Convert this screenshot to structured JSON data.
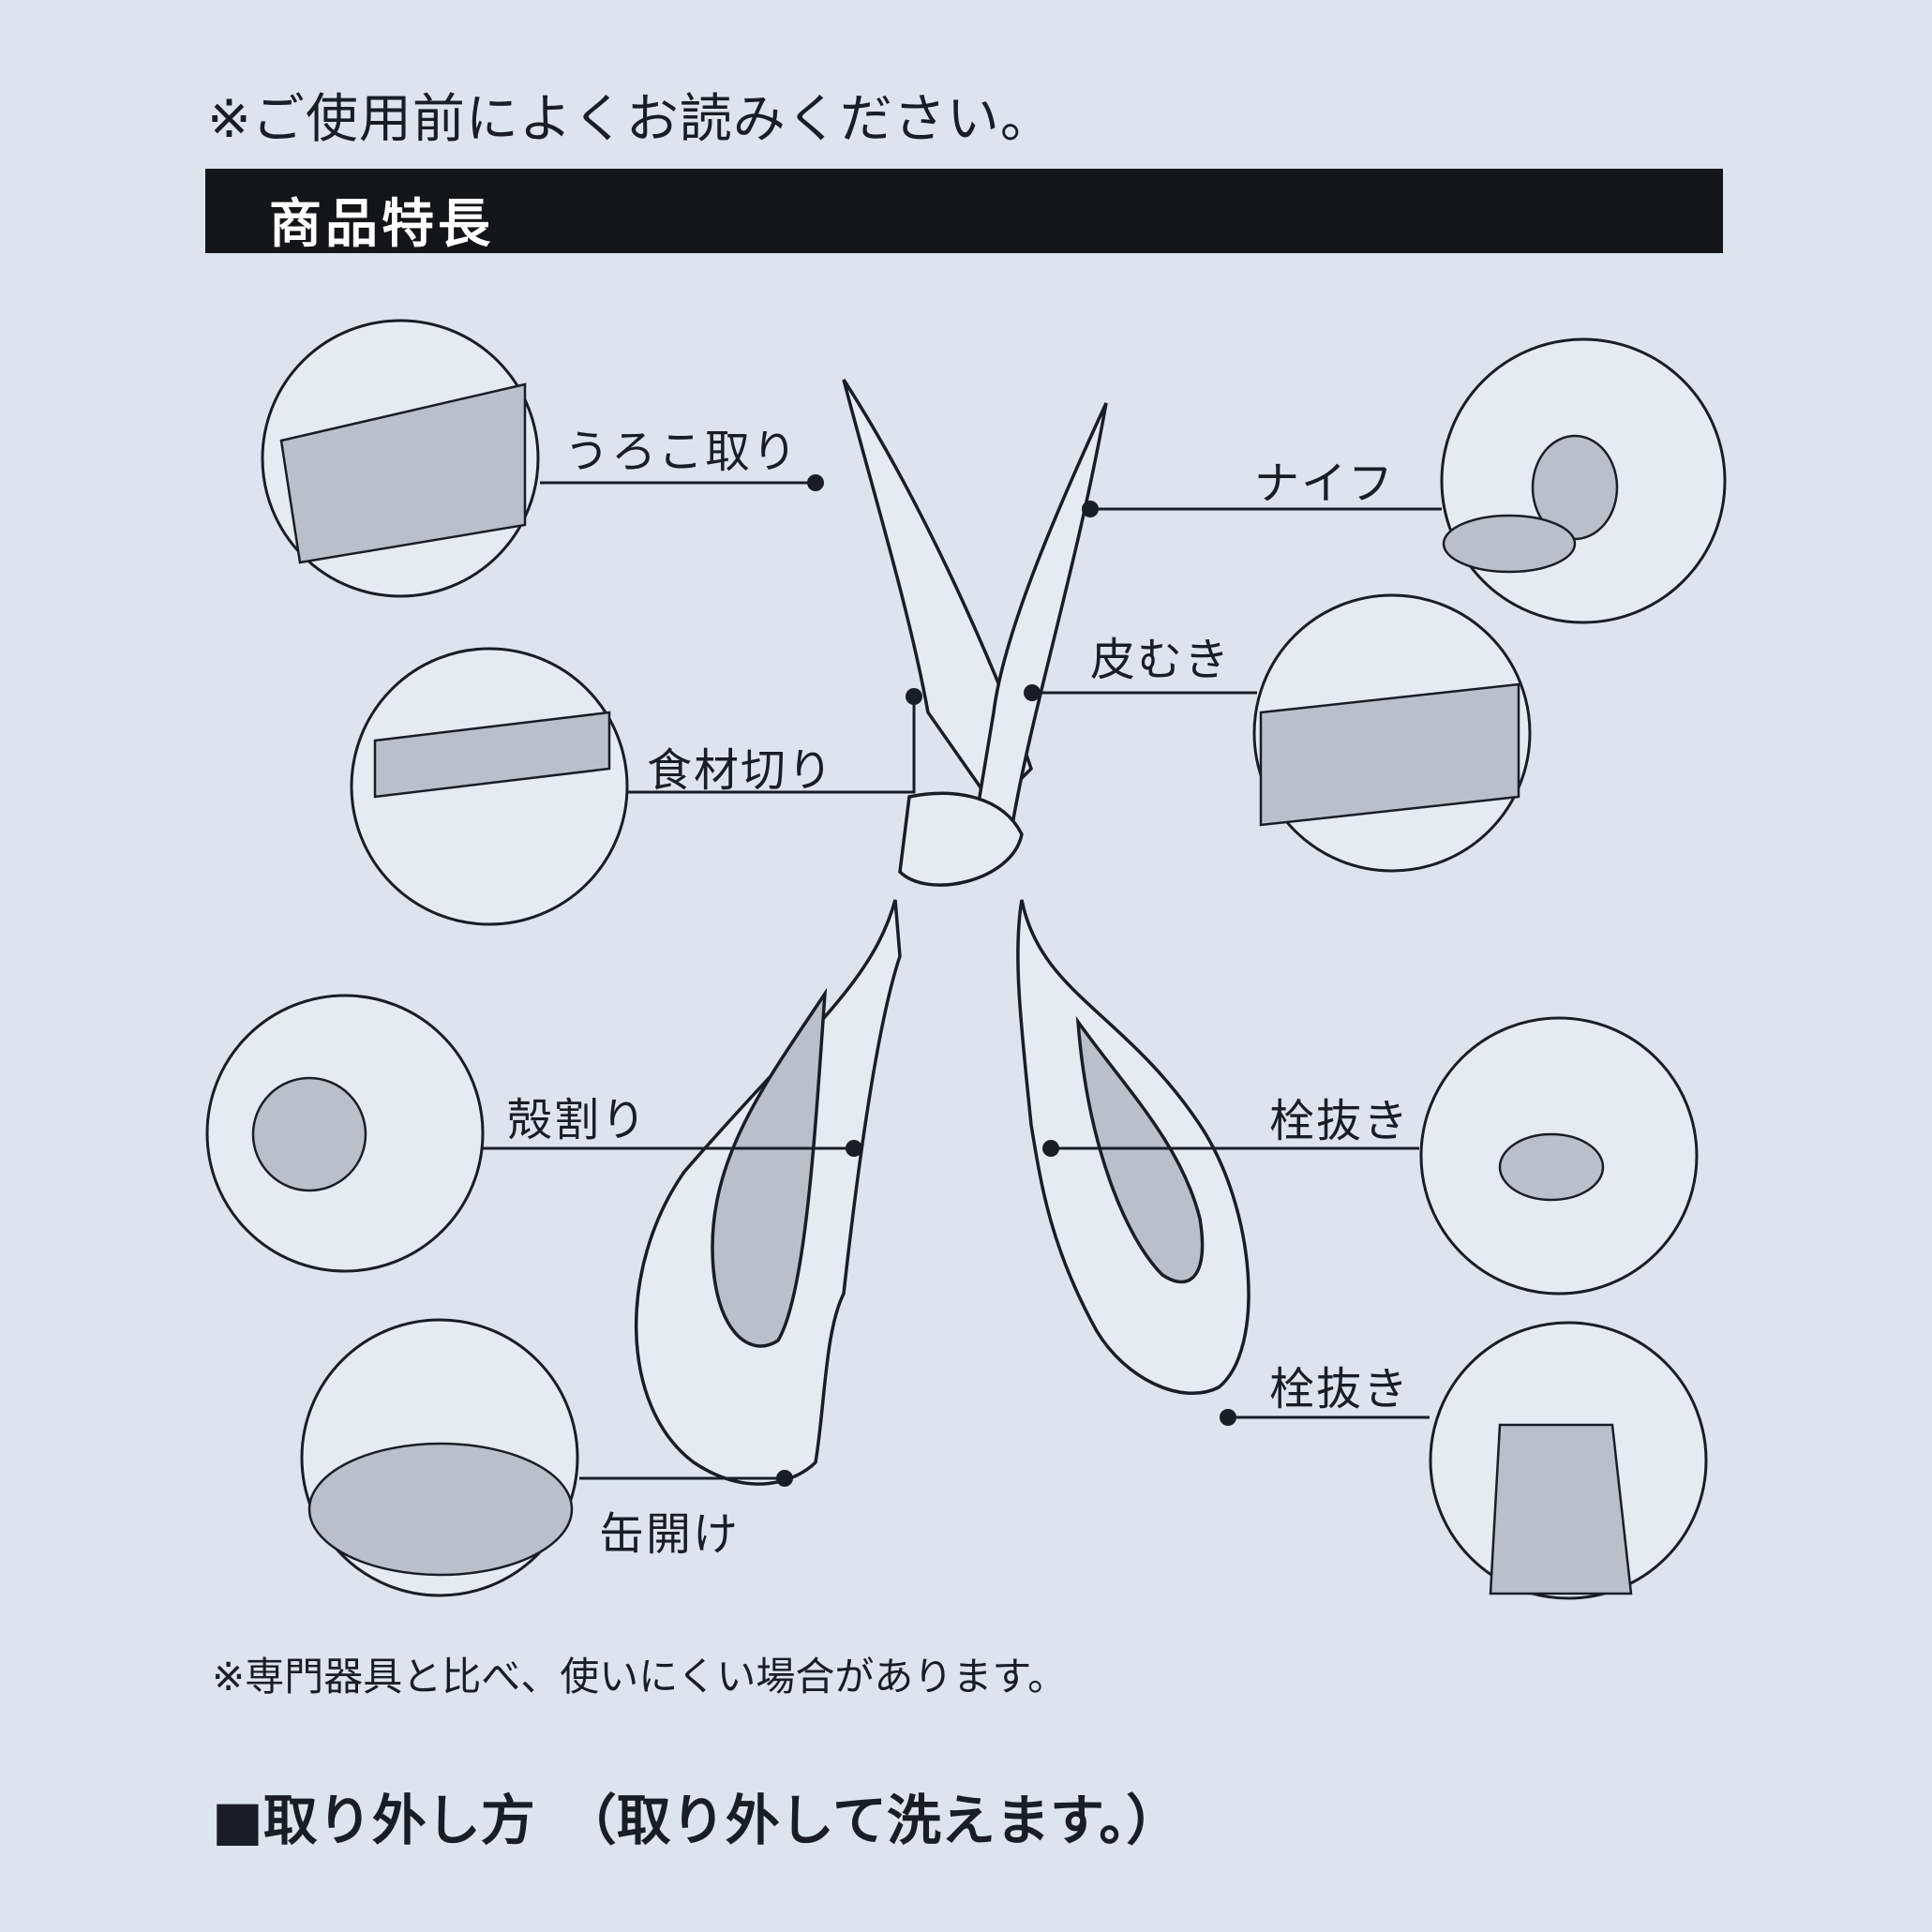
{
  "header": {
    "notice": "※ご使用前によくお読みください。",
    "title": "商品特長"
  },
  "features": {
    "scale_remover": "うろこ取り",
    "food_cutting": "食材切り",
    "shell_cracker": "殻割り",
    "can_opener": "缶開け",
    "knife": "ナイフ",
    "peeler": "皮むき",
    "bottle_opener_1": "栓抜き",
    "bottle_opener_2": "栓抜き"
  },
  "footer": {
    "note": "※専門器具と比べ、使いにくい場合があります。",
    "section_heading": "■取り外し方　（取り外して洗えます。）"
  }
}
